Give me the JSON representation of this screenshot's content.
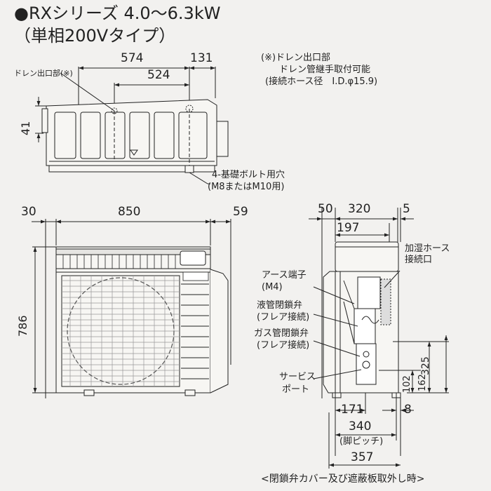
{
  "title": {
    "line1": "●RXシリーズ 4.0〜6.3kW",
    "line2": "（単相200Vタイプ）"
  },
  "top_view": {
    "dims": {
      "d574": "574",
      "d131": "131",
      "d524": "524",
      "d41": "41"
    },
    "drain_label": "ドレン出口部(※)",
    "note": {
      "line1": "(※)ドレン出口部",
      "line2": "ドレン管継手取付可能",
      "line3": "(接続ホース径　I.D.φ15.9)"
    },
    "bolt_note": {
      "line1": "4-基礎ボルト用穴",
      "line2": "(M8またはM10用)"
    }
  },
  "front_view": {
    "dims": {
      "d30": "30",
      "d850": "850",
      "d59": "59",
      "d786": "786"
    }
  },
  "side_view": {
    "dims": {
      "d50": "50",
      "d320": "320",
      "d5": "5",
      "d197": "197",
      "d325": "325",
      "d162": "162",
      "d102": "102",
      "d171": "171",
      "d8": "8",
      "d340": "340",
      "d357": "357"
    },
    "pitch_label": "(脚ピッチ)",
    "labels": {
      "humid1": "加湿ホース",
      "humid2": "接続口",
      "earth1": "アース端子",
      "earth2": "(M4)",
      "liquid1": "液管閉鎖弁",
      "liquid2": "(フレア接続)",
      "gas1": "ガス管閉鎖弁",
      "gas2": "(フレア接続)",
      "service1": "サービス",
      "service2": "ポート"
    }
  },
  "footer": "<閉鎖弁カバー及び遮蔽板取外し時>"
}
